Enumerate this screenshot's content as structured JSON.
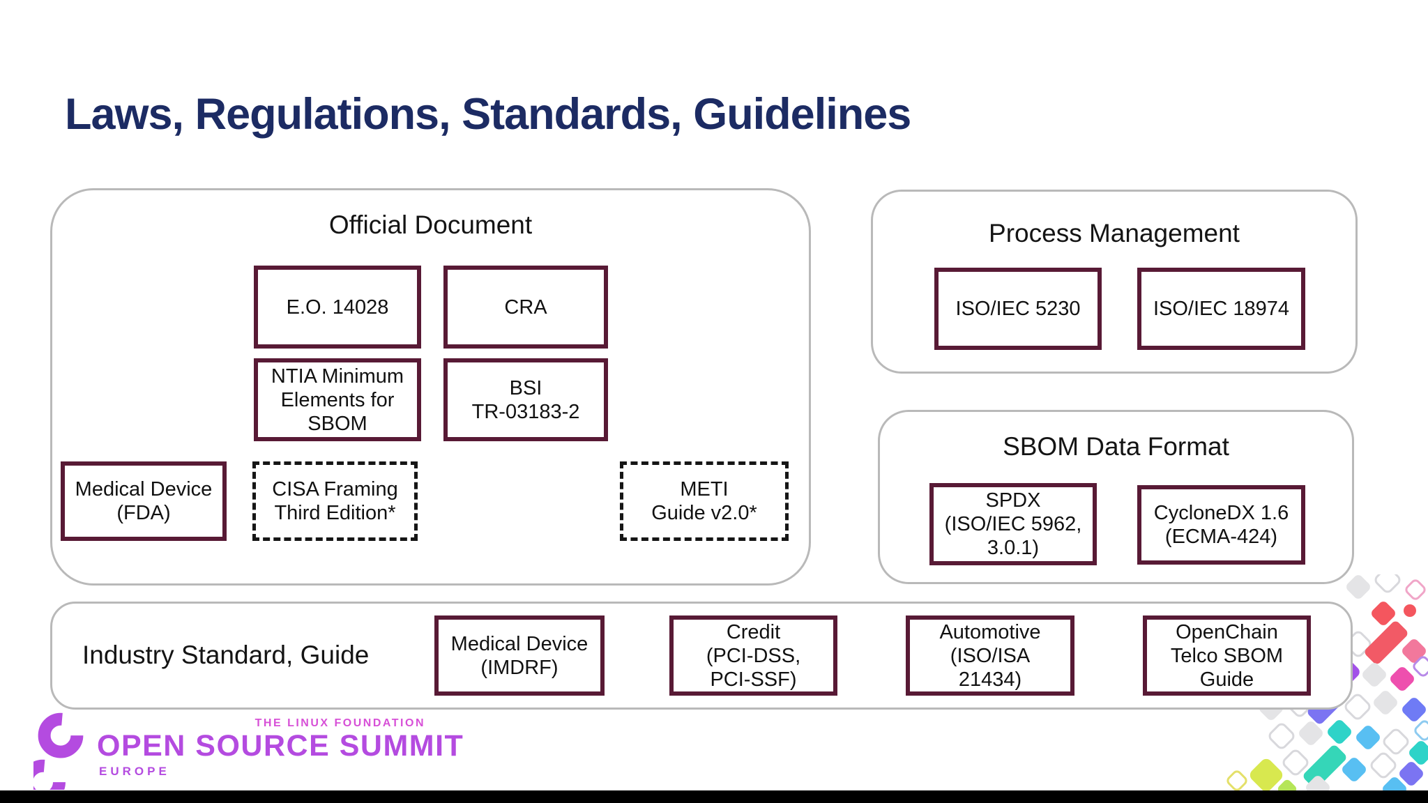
{
  "title": "Laws, Regulations, Standards, Guidelines",
  "colors": {
    "navy": "#1c2b63",
    "maroon": "#581a35",
    "panel_border": "#b9b9b9",
    "dash": "#161616",
    "purple": "#b44be0",
    "pink": "#d750d7",
    "bar": "#000000"
  },
  "panels": {
    "official": {
      "heading": "Official Document",
      "boxes": {
        "eo": "E.O. 14028",
        "cra": "CRA",
        "ntia": "NTIA Minimum\nElements for\nSBOM",
        "bsi": "BSI\nTR-03183-2",
        "fda": "Medical Device\n(FDA)",
        "cisa": "CISA Framing\nThird Edition*",
        "meti": "METI\nGuide v2.0*"
      }
    },
    "process": {
      "heading": "Process Management",
      "boxes": {
        "iso5230": "ISO/IEC 5230",
        "iso18974": "ISO/IEC 18974"
      }
    },
    "sbom": {
      "heading": "SBOM Data Format",
      "boxes": {
        "spdx": "SPDX\n(ISO/IEC 5962,\n3.0.1)",
        "cyclonedx": "CycloneDX 1.6\n(ECMA-424)"
      }
    },
    "industry": {
      "heading": "Industry Standard, Guide",
      "boxes": {
        "imdrf": "Medical Device\n(IMDRF)",
        "credit": "Credit\n(PCI-DSS,\nPCI-SSF)",
        "automotive": "Automotive\n(ISO/ISA\n21434)",
        "openchain": "OpenChain\nTelco SBOM\nGuide"
      }
    }
  },
  "footer": {
    "foundation": "THE LINUX FOUNDATION",
    "summit": "OPEN SOURCE SUMMIT",
    "region": "EUROPE"
  }
}
